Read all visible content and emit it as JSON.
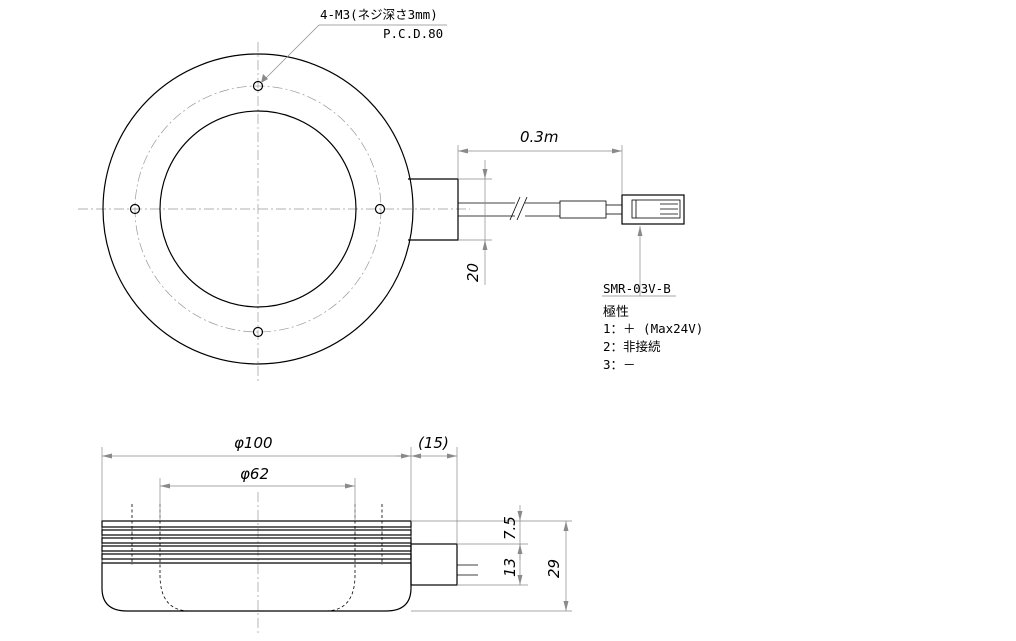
{
  "annotations": {
    "hole_spec": "4-M3(ネジ深さ3mm)",
    "pcd": "P.C.D.80",
    "cable_length": "0.3m",
    "connector_model": "SMR-03V-B",
    "polarity_title": "極性",
    "pin_1": "1：＋ (Max24V)",
    "pin_2": "2：非接続",
    "pin_3": "3：－"
  },
  "dimensions": {
    "outer_diameter": "φ100",
    "inner_diameter": "φ62",
    "housing_length": "(15)",
    "housing_width": "20",
    "top_height": "7.5",
    "mid_height": "13",
    "total_height": "29"
  }
}
